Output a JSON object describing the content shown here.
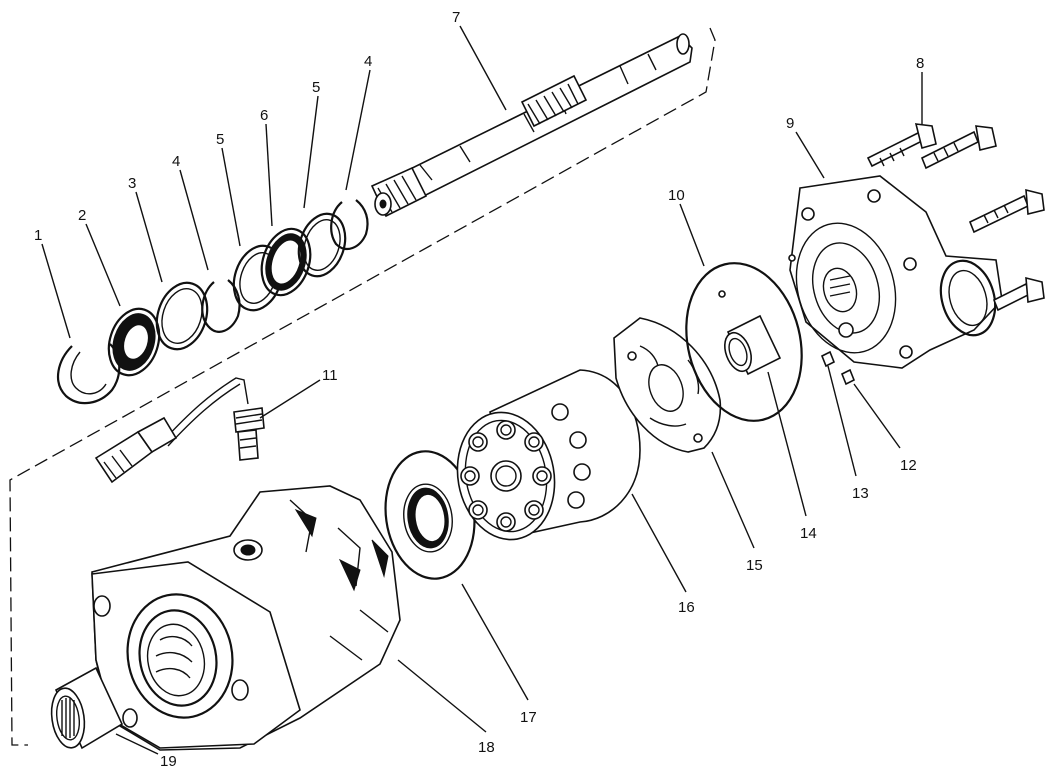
{
  "callouts": [
    "1",
    "2",
    "3",
    "4",
    "5",
    "6",
    "5",
    "4",
    "7",
    "8",
    "9",
    "10",
    "11",
    "12",
    "13",
    "14",
    "15",
    "16",
    "17",
    "18",
    "19"
  ]
}
